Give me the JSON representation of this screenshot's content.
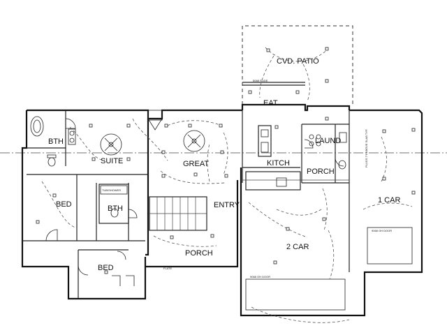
{
  "rooms": {
    "patio": "CVD. PATIO",
    "eat": "EAT",
    "bath": "BTH",
    "suite": "SUITE",
    "great": "GREAT",
    "kitchen": "KITCH",
    "laundry": "LAUND",
    "porch_rear": "PORCH",
    "one_car": "1 CAR",
    "bed_1": "BED",
    "bath_2": "BTH",
    "entry": "ENTRY",
    "two_car": "2 CAR",
    "porch_front": "PORCH",
    "bed_2": "BED"
  },
  "notes": {
    "slider": "5068 SLIDE",
    "tub": "TUB/SHOWER",
    "garage_door_1": "9068 OH DOOR",
    "garage_door_2": "9068 OH DOOR",
    "grade_note": "PLUGS 7'6 ABOVE SLAB TYP.",
    "plate": "FLATE"
  }
}
